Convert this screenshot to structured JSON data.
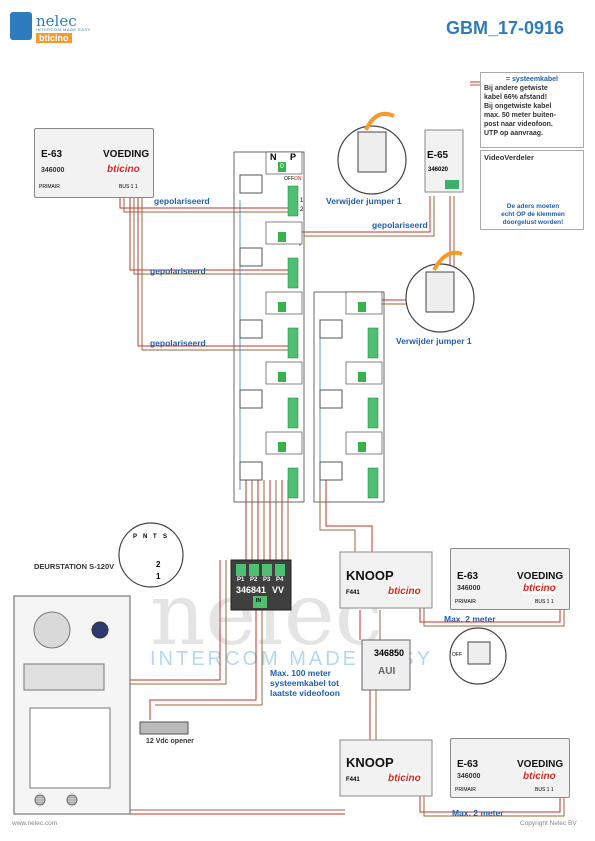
{
  "header": {
    "brand_name": "nelec",
    "brand_tagline": "INTERCOM MADE EASY",
    "brand_partner": "bticino",
    "document_code": "GBM_17-0916"
  },
  "legend": {
    "cable_label": "= systeemkabel",
    "text_lines": [
      "Bij andere getwiste",
      "kabel 66% afstand!",
      "Bij ongetwiste kabel",
      "max. 50 meter buiten-",
      "post naar videofoon.",
      "UTP op aanvraag."
    ]
  },
  "video_splitter": {
    "title": "VideoVerdeler",
    "note_lines": [
      "De aders moeten",
      "echt OP de klemmen",
      "doorgelust worden!"
    ]
  },
  "psu_top": {
    "name": "E-63",
    "function": "VOEDING",
    "code": "346000",
    "primair": "PRIMAIR",
    "bus": "BUS 1 1",
    "brand": "bticino"
  },
  "psu_e65": {
    "name": "E-65",
    "code": "346020"
  },
  "psu_mid": {
    "name": "E-63",
    "function": "VOEDING",
    "code": "346000",
    "primair": "PRIMAIR",
    "bus": "BUS 1 1",
    "brand": "bticino"
  },
  "psu_bottom": {
    "name": "E-63",
    "function": "VOEDING",
    "code": "346000",
    "primair": "PRIMAIR",
    "bus": "BUS 1 1",
    "brand": "bticino"
  },
  "labels": {
    "polarized": "gepolariseerd",
    "remove_jumper": "Verwijder jumper 1",
    "door_station": "DEURSTATION S-120V",
    "opener": "12 Vdc opener",
    "max_100": [
      "Max. 100 meter",
      "systeemkabel tot",
      "laatste videofoon"
    ],
    "max_2": "Max. 2 meter",
    "footer_left": "www.nelec.com",
    "footer_right": "Copyright Nelec BV"
  },
  "devices": {
    "distributor": {
      "code": "346841",
      "suffix": "VV",
      "ports": [
        "P1",
        "P2",
        "P3",
        "P4"
      ],
      "in_label": "IN"
    },
    "button_top": {
      "title": "KNOOP",
      "model": "F441",
      "brand": "bticino"
    },
    "button_bottom": {
      "title": "KNOOP",
      "model": "F441",
      "brand": "bticino"
    },
    "audio_module": {
      "code": "346850",
      "label": "AUI"
    },
    "videophone": {
      "n": "N",
      "p": "P",
      "off": "OFF",
      "on": "ON",
      "zero": "0",
      "terminals": [
        "1",
        "2"
      ]
    },
    "dip_off_label": "OFF",
    "door_dip_labels": [
      "P",
      "N",
      "T",
      "S"
    ],
    "door_dip_numbers": [
      "2",
      "1"
    ]
  },
  "watermark": {
    "main": "nelec",
    "sub": "INTERCOM MADE EASY"
  },
  "colors": {
    "accent": "#2e7cc0",
    "cable_red": "#c8302e",
    "cable_brown": "#9a6a3a",
    "cable_orange": "#f59a2b",
    "bticino_red": "#e0261b"
  }
}
